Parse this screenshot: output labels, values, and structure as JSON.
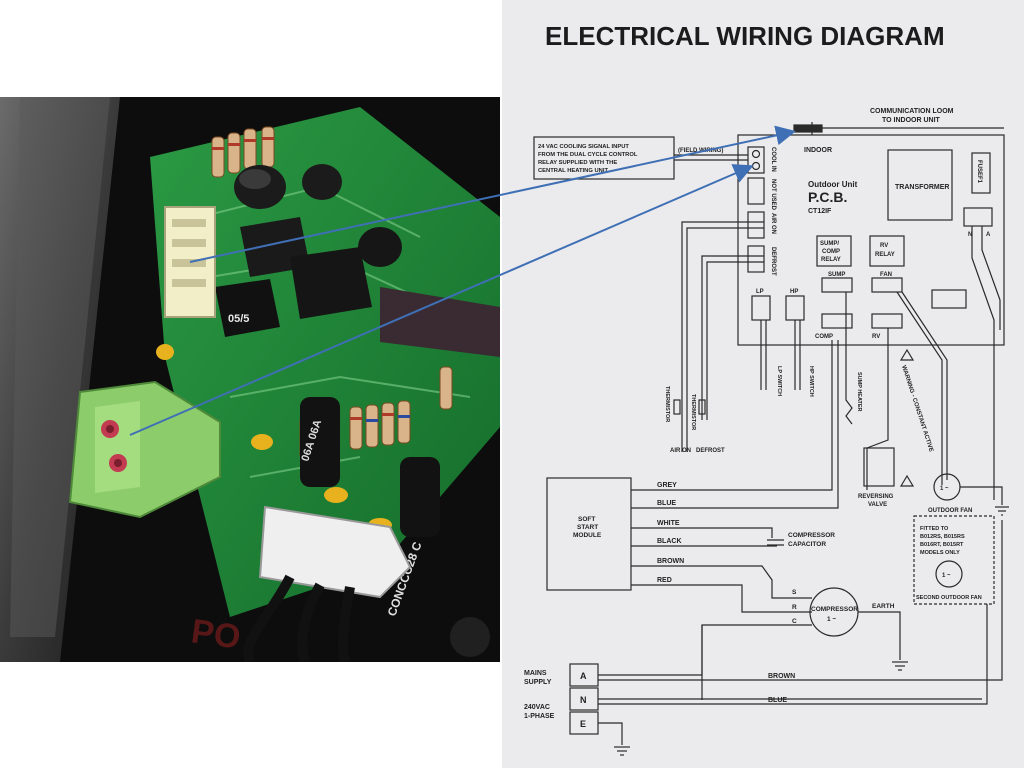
{
  "diagram": {
    "title": "ELECTRICAL WIRING DIAGRAM",
    "communication_loom": "COMMUNICATION LOOM",
    "to_indoor_unit": "TO INDOOR UNIT",
    "indoor": "INDOOR",
    "signal_note": [
      "24 VAC COOLING SIGNAL INPUT",
      "FROM THE DUAL CYCLE CONTROL",
      "RELAY SUPPLIED WITH THE",
      "CENTRAL HEATING UNIT"
    ],
    "field_wiring": "(FIELD WIRING)",
    "cool_in": "COOL IN",
    "not_used": "NOT USED",
    "air_on": "AIR ON",
    "defrost": "DEFROST",
    "outdoor_unit": "Outdoor Unit",
    "pcb": "P.C.B.",
    "pcb_model": "CT12IF",
    "transformer": "TRANSFORMER",
    "fuse": "FUSEF1",
    "fuse_n": "N",
    "fuse_a": "A",
    "sump_relay": [
      "SUMP/",
      "COMP",
      "RELAY"
    ],
    "rv_relay": [
      "RV",
      "RELAY"
    ],
    "sump": "SUMP",
    "fan": "FAN",
    "comp": "COMP",
    "rv": "RV",
    "lp": "LP",
    "hp": "HP",
    "lp_switch": "LP SWITCH",
    "hp_switch": "HP SWITCH",
    "thermistor": "THERMISTOR",
    "sump_heater": "SUMP HEATER",
    "warning": "WARNING - CONSTANT ACTIVE",
    "air_on_bottom": "AIR ON",
    "defrost_bottom": "DEFROST",
    "reversing_valve": [
      "REVERSING",
      "VALVE"
    ],
    "outdoor_fan": "OUTDOOR FAN",
    "motor_symbol": "1 ~",
    "fitted_note": [
      "FITTED TO",
      "B012RS, B015RS",
      "B016RT, B015RT",
      "MODELS ONLY"
    ],
    "second_outdoor_fan": "SECOND OUTDOOR FAN",
    "soft_start": [
      "SOFT",
      "START",
      "MODULE"
    ],
    "wires": [
      "GREY",
      "BLUE",
      "WHITE",
      "BLACK",
      "BROWN",
      "RED"
    ],
    "compressor_capacitor": [
      "COMPRESSOR",
      "CAPACITOR"
    ],
    "comp_s": "S",
    "comp_r": "R",
    "comp_c": "C",
    "compressor": "COMPRESSOR",
    "earth": "EARTH",
    "mains_supply": [
      "MAINS",
      "SUPPLY"
    ],
    "voltage": [
      "240VAC",
      "1-PHASE"
    ],
    "terminals": [
      "A",
      "N",
      "E"
    ],
    "mains_brown": "BROWN",
    "mains_blue": "BLUE"
  },
  "photo": {
    "board_print": [
      "05/5",
      "CONCCC28 C"
    ],
    "capacitor_print": "06A 06A"
  },
  "colors": {
    "arrow": "#3f6fb5",
    "board": "#1e8a3a",
    "terminal_block": "#8ccc6a",
    "paper": "#ebebed",
    "ink": "#222222"
  }
}
